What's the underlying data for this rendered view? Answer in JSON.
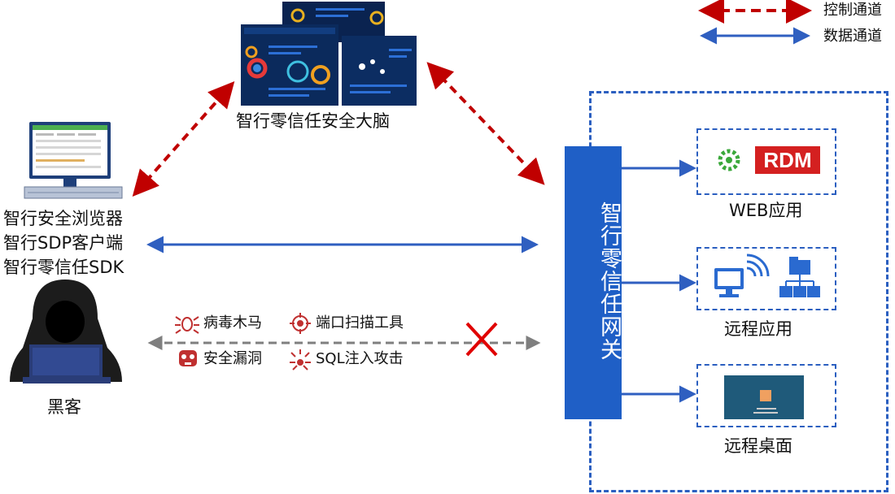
{
  "legend": {
    "control_channel": "控制通道",
    "data_channel": "数据通道",
    "control_color": "#c00000",
    "data_color": "#2f5fc0"
  },
  "brain": {
    "label": "智行零信任安全大脑",
    "icon": "dashboard-screens-image"
  },
  "client": {
    "lines": [
      "智行安全浏览器",
      "智行SDP客户端",
      "智行零信任SDK"
    ],
    "icon": "computer-monitor-image"
  },
  "hacker": {
    "label": "黑客",
    "icon": "hacker-hooded-figure-icon",
    "threats": [
      {
        "label": "病毒木马",
        "icon": "bug-icon"
      },
      {
        "label": "端口扫描工具",
        "icon": "crosshair-target-icon"
      },
      {
        "label": "安全漏洞",
        "icon": "skull-icon"
      },
      {
        "label": "SQL注入攻击",
        "icon": "injection-burst-icon"
      }
    ],
    "blocked_icon": "red-x-icon",
    "attack_line_color": "#7f7f7f",
    "blocked_color": "#e00000"
  },
  "gateway": {
    "label": "智行零信任网关",
    "color": "#1f5fc6",
    "icon": "shield-check-icon"
  },
  "apps": [
    {
      "label": "WEB应用",
      "logo_text": "RDM",
      "icon": "web-app-logo"
    },
    {
      "label": "远程应用",
      "icon": "remote-app-icons"
    },
    {
      "label": "远程桌面",
      "icon": "remote-desktop-screen"
    }
  ]
}
